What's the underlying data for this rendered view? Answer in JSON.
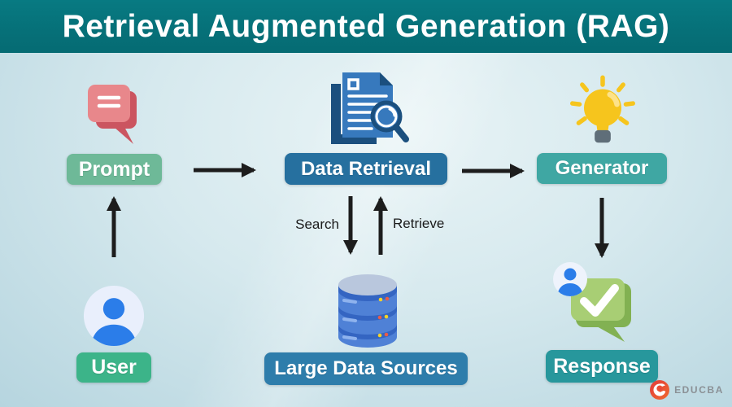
{
  "title": "Retrieval Augmented Generation (RAG)",
  "nodes": {
    "prompt": {
      "label": "Prompt",
      "icon": "chat-bubble-icon",
      "label_bg": "#6eb998"
    },
    "data_retrieval": {
      "label": "Data Retrieval",
      "icon": "document-search-icon",
      "label_bg": "#26709f"
    },
    "generator": {
      "label": "Generator",
      "icon": "lightbulb-icon",
      "label_bg": "#3fa7a3"
    },
    "user": {
      "label": "User",
      "icon": "user-avatar-icon",
      "label_bg": "#3cb489"
    },
    "large_data_sources": {
      "label": "Large Data Sources",
      "icon": "database-icon",
      "label_bg": "#2e7dab"
    },
    "response": {
      "label": "Response",
      "icon": "chat-check-avatar-icon",
      "label_bg": "#27979c"
    }
  },
  "edges": {
    "search_label": "Search",
    "retrieve_label": "Retrieve"
  },
  "branding": {
    "logo_text": "EDUCBA",
    "logo_icon": "educba-e-icon"
  },
  "colors": {
    "titlebar_bg": "#067078",
    "background_light": "#e9f4f6",
    "background_edge": "#b6d5df",
    "arrow": "#1d1d1d",
    "title_text": "#ffffff",
    "logo_red": "#e23b3b",
    "logo_orange": "#f0692e",
    "logo_text_gray": "#8b9196"
  }
}
